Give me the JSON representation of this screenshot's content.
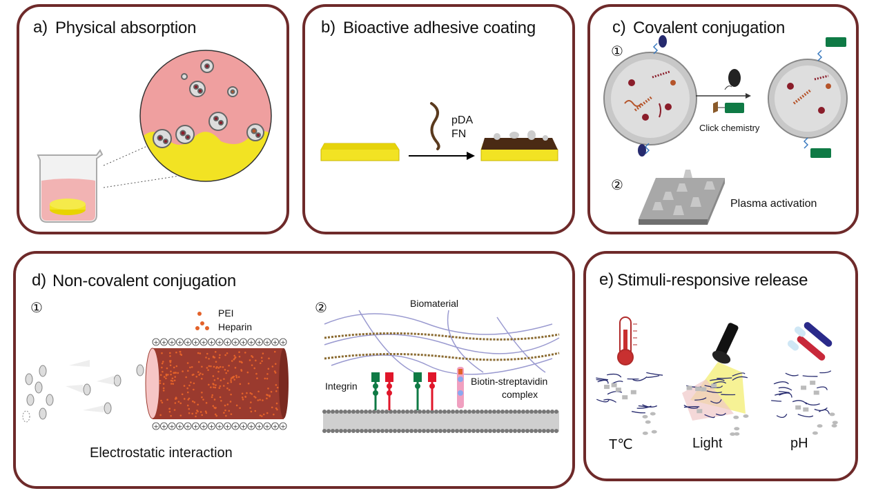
{
  "panels": {
    "a": {
      "label": "a)",
      "title": "Physical absorption"
    },
    "b": {
      "label": "b)",
      "title": "Bioactive adhesive coating",
      "reagent_1": "pDA",
      "reagent_2": "FN"
    },
    "c": {
      "label": "c)",
      "title": "Covalent conjugation",
      "step_1": "①",
      "step_2": "②",
      "method_1": "Click chemistry",
      "method_2": "Plasma activation"
    },
    "d": {
      "label": "d)",
      "title": "Non-covalent conjugation",
      "step_1": "①",
      "step_2": "②",
      "legend_pei": "PEI",
      "legend_heparin": "Heparin",
      "caption_1": "Electrostatic interaction",
      "biomaterial": "Biomaterial",
      "integrin": "Integrin",
      "biotin": "Biotin-streptavidin",
      "complex": "complex"
    },
    "e": {
      "label": "e)",
      "title": "Stimuli-responsive release",
      "stimulus_1": "T℃",
      "stimulus_2": "Light",
      "stimulus_3": "pH"
    }
  },
  "colors": {
    "border": "#6e2a2a",
    "yellow": "#f2e323",
    "pink": "#ef9f9f",
    "maroon": "#9c2a2a",
    "brown": "#4a2a14",
    "green": "#0f7a45",
    "navy": "#262a6e"
  }
}
